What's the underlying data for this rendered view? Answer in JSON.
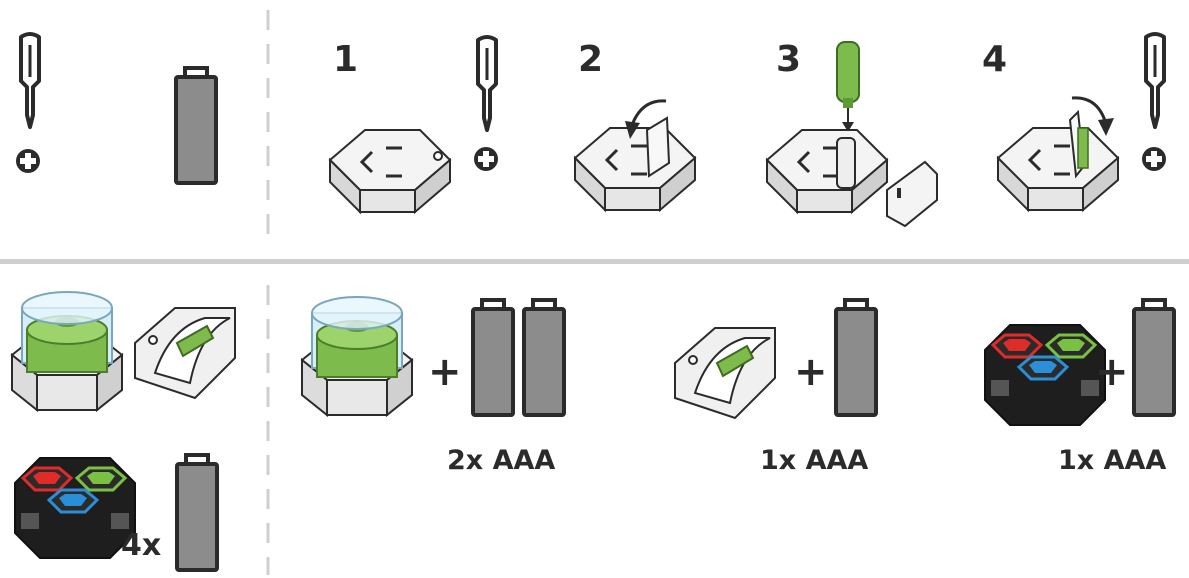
{
  "steps": {
    "one": "1",
    "two": "2",
    "three": "3",
    "four": "4"
  },
  "counts": {
    "left_battery_count": "4x",
    "cup_module_batteries": "2x AAA",
    "ramp_module_batteries": "1x AAA",
    "rgb_module_batteries": "1x AAA"
  },
  "symbols": {
    "plus": "+"
  },
  "icons": [
    "screwdriver-icon",
    "phillips-screw-icon",
    "aaa-battery-icon",
    "battery-compartment-icon",
    "rotate-arrow-icon",
    "led-cup-module",
    "ramp-module",
    "rgb-light-module"
  ],
  "colors": {
    "ink": "#2b2b2b",
    "battery_fill": "#8c8c8c",
    "module_green": "#7dbb4d",
    "led_red": "#e02b2b",
    "led_green": "#7ac143",
    "led_blue": "#2a8fd6",
    "divider": "#cfcfcf"
  }
}
